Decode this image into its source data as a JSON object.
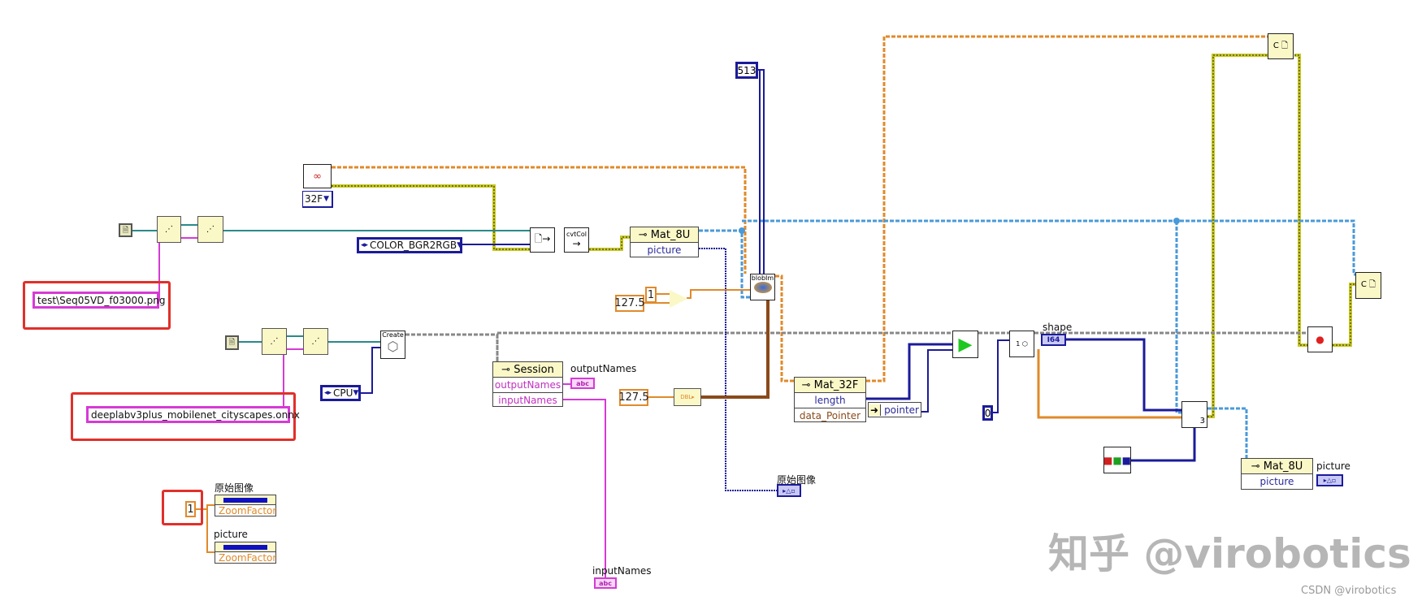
{
  "diagram": {
    "path_constant": "test\\Seq05VD_f03000.png",
    "model_constant": "deeplabv3plus_mobilenet_cityscapes.onnx",
    "depth_enum": "32F",
    "color_code_enum": "COLOR_BGR2RGB",
    "backend_enum": "CPU",
    "size_constant": "513",
    "scale_numerator": "1",
    "scale_denominator": "127.5",
    "mean_constant": "127.5",
    "zero_constant": "0",
    "zoom_constant": "1",
    "cvtcolor_label": "cvtCol",
    "blob_label": "blobIm",
    "create_label": "Create",
    "mat8u_node": {
      "title": "Mat_8U",
      "row": "picture"
    },
    "session_node": {
      "title": "Session",
      "rows": [
        "outputNames",
        "inputNames"
      ]
    },
    "mat32f_node": {
      "title": "Mat_32F",
      "rows": [
        "length",
        "data_Pointer"
      ]
    },
    "pointer_label": "pointer",
    "mat8u_right_node": {
      "title": "Mat_8U",
      "row": "picture"
    },
    "indicators": {
      "output_names": "outputNames",
      "input_names": "inputNames",
      "original_image": "原始图像",
      "picture_right": "picture",
      "shape": "shape",
      "shape_type": "I64",
      "abc": "abc"
    },
    "property_nodes": [
      {
        "label": "原始图像",
        "property": "ZoomFactor"
      },
      {
        "label": "picture",
        "property": "ZoomFactor"
      }
    ],
    "waveform_count": "3"
  },
  "watermark": "知乎 @virobotics",
  "credit": "CSDN @virobotics",
  "colors": {
    "red_highlight": "#e0302a",
    "string_wire": "#d63ad6",
    "orange_wire": "#e08a2a",
    "int_wire": "#1b1b9a",
    "blue_dashed": "#4a9ad8"
  }
}
